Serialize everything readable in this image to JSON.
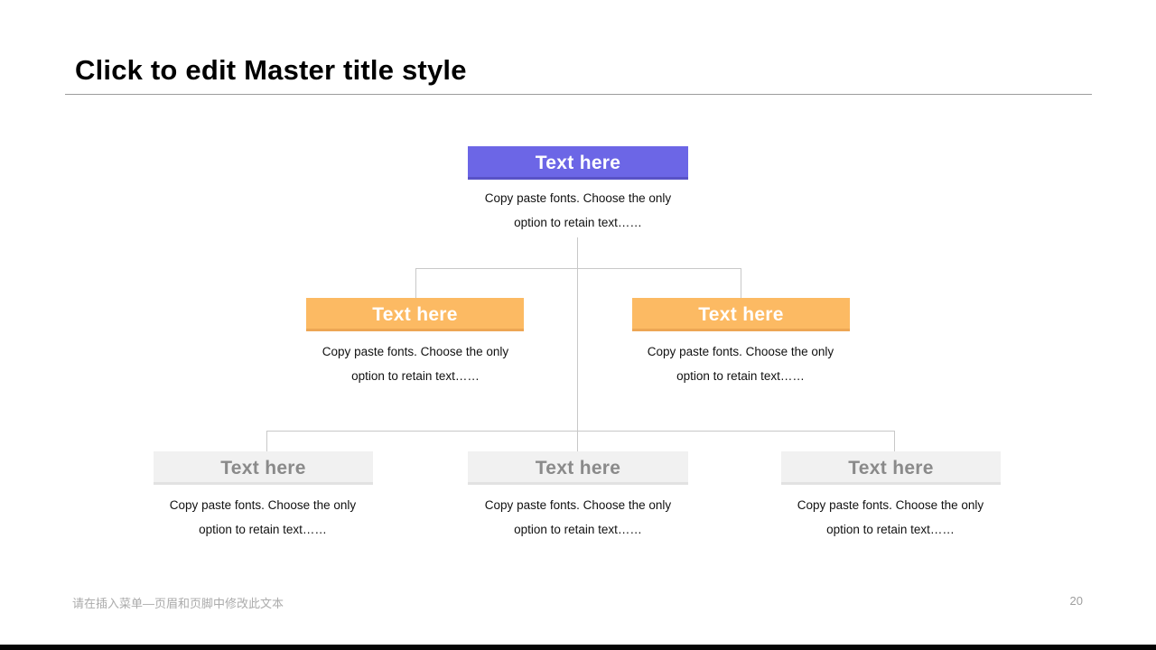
{
  "slide": {
    "title": "Click to edit Master title style",
    "footer": "请在插入菜单—页眉和页脚中修改此文本",
    "page_number": "20"
  },
  "colors": {
    "root_box": "#6c66e6",
    "level2_box": "#fcba63",
    "level3_box": "#f1f1f1",
    "level3_text": "#8a8a8a",
    "connector": "#c8c8c8"
  },
  "chart": {
    "type": "org-tree",
    "nodes": [
      {
        "level": 1,
        "label": "Text here",
        "desc1": "Copy paste fonts. Choose the only",
        "desc2": "option to retain text……"
      },
      {
        "level": 2,
        "label": "Text here",
        "desc1": "Copy paste fonts. Choose the only",
        "desc2": "option to retain text……"
      },
      {
        "level": 2,
        "label": "Text here",
        "desc1": "Copy paste fonts. Choose the only",
        "desc2": "option to retain text……"
      },
      {
        "level": 3,
        "label": "Text here",
        "desc1": "Copy paste fonts. Choose the only",
        "desc2": "option to retain text……"
      },
      {
        "level": 3,
        "label": "Text here",
        "desc1": "Copy paste fonts. Choose the only",
        "desc2": "option to retain text……"
      },
      {
        "level": 3,
        "label": "Text here",
        "desc1": "Copy paste fonts. Choose the only",
        "desc2": "option to retain text……"
      }
    ]
  }
}
